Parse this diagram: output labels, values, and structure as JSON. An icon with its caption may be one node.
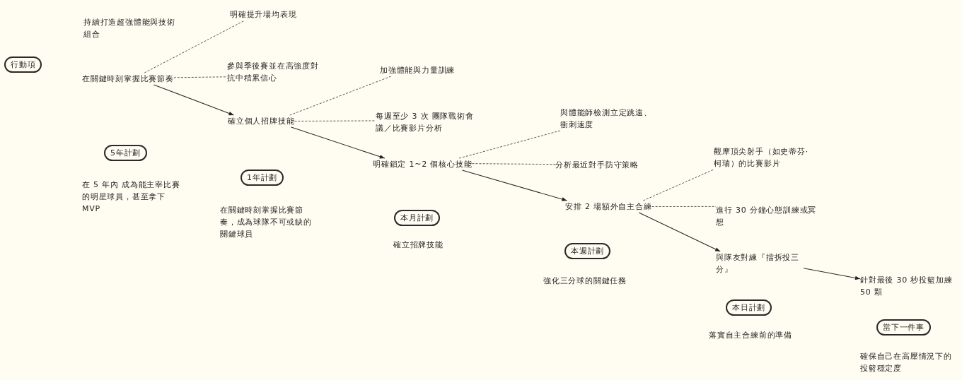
{
  "diagram": {
    "nodes": [
      {
        "text": [
          "行動項"
        ]
      },
      {
        "text": [
          "在關鍵時刻掌握比賽節奏"
        ]
      },
      {
        "text": [
          "明確提升場均表現"
        ]
      },
      {
        "text": [
          "參與季後賽並在高強度對抗中積累信心"
        ]
      },
      {
        "text": [
          "5年計劃"
        ],
        "beside": [
          "在 5 年內 成為能主宰比賽的明星球員，甚至拿下 MVP"
        ]
      },
      {
        "text": [
          "確立個人招牌技能"
        ]
      },
      {
        "text": [
          "加強體能與力量訓練"
        ]
      },
      {
        "text": [
          "每週至少 3 次 團隊戰術會議／比賽影片分析"
        ]
      },
      {
        "text": [
          "1年計劃"
        ],
        "beside": [
          "在關鍵時刻掌握比賽節奏，成為球隊不可或缺的關鍵球員"
        ]
      },
      {
        "text": [
          "明確鎖定 1~2 個核心技能"
        ]
      },
      {
        "text": [
          "與體能師檢測立定跳遠、衝刺速度"
        ]
      },
      {
        "text": [
          "分析最近對手防守策略"
        ]
      },
      {
        "text": [
          "本月計劃"
        ],
        "beside": [
          "確立招牌技能"
        ]
      },
      {
        "text": [
          "安排 2 場額外自主合練"
        ]
      },
      {
        "text": [
          "觀摩頂尖射手（如史蒂芬·柯瑞）的比賽影片"
        ]
      },
      {
        "text": [
          "進行 30 分鐘心態訓練或冥想"
        ]
      },
      {
        "text": [
          "本週計劃"
        ],
        "beside": [
          "強化三分球的關鍵任務"
        ]
      },
      {
        "text": [
          "與隊友對練『擋拆投三分』"
        ]
      },
      {
        "text": [
          "針對最後 30 秒投籃加練 50 顆"
        ]
      },
      {
        "text": [
          "本日計劃"
        ],
        "beside": [
          "落實自主合練前的準備"
        ]
      },
      {
        "text": [
          "當下一件事"
        ],
        "beside": [
          "確保自己在高壓情況下的投籃穩定度"
        ]
      }
    ],
    "edges": [
      {
        "from": 1,
        "to": 5,
        "arrow": "to"
      },
      {
        "from": 5,
        "to": 9,
        "arrow": "to"
      },
      {
        "from": 9,
        "to": 13,
        "arrow": "to"
      },
      {
        "from": 13,
        "to": 17,
        "arrow": "to"
      },
      {
        "from": 17,
        "to": 18,
        "arrow": "to"
      },
      {
        "from": 1,
        "to": 2,
        "arrow": "none",
        "style": "dashed"
      },
      {
        "from": 1,
        "to": 3,
        "arrow": "none",
        "style": "dashed"
      },
      {
        "from": 5,
        "to": 6,
        "arrow": "none",
        "style": "dashed"
      },
      {
        "from": 5,
        "to": 7,
        "arrow": "none",
        "style": "dashed"
      },
      {
        "from": 9,
        "to": 10,
        "arrow": "none",
        "style": "dashed"
      },
      {
        "from": 9,
        "to": 11,
        "arrow": "none",
        "style": "dashed"
      },
      {
        "from": 13,
        "to": 14,
        "arrow": "none",
        "style": "dashed"
      },
      {
        "from": 13,
        "to": 15,
        "arrow": "none",
        "style": "dashed"
      }
    ],
    "labels": [
      "持續打造超強體能與技術組合"
    ]
  }
}
